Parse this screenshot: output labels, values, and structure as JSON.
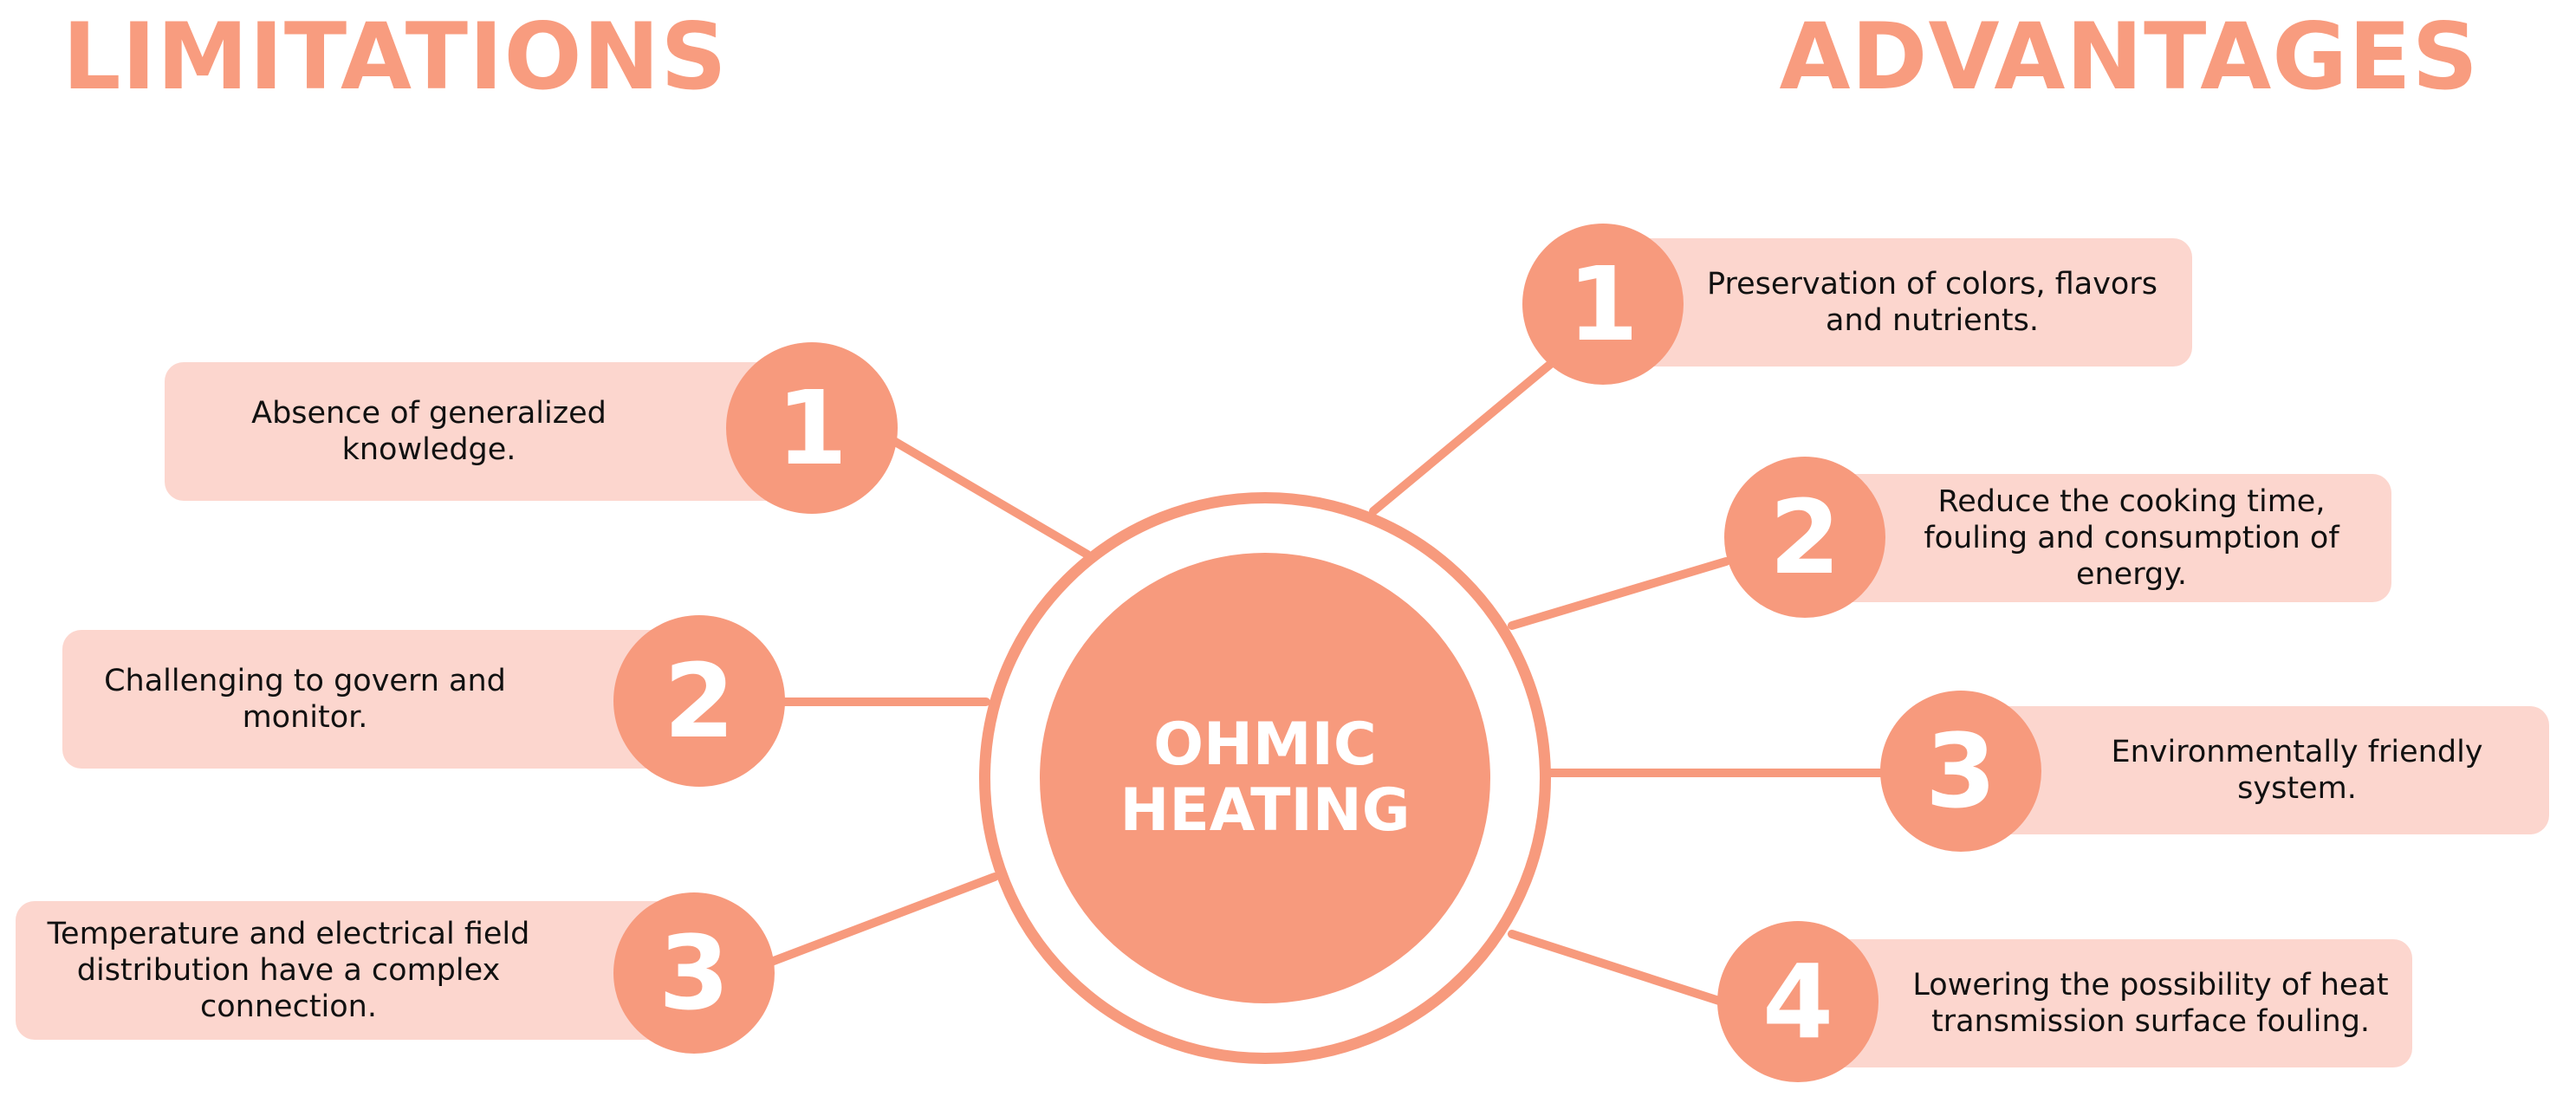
{
  "colors": {
    "accent": "#f79a7d",
    "box": "#fcd6ce",
    "heading": "#f89c7f"
  },
  "headings": {
    "left": "LIMITATIONS",
    "right": "ADVANTAGES"
  },
  "center": {
    "label": "OHMIC HEATING"
  },
  "limitations": [
    {
      "number": "1",
      "text": "Absence of generalized knowledge."
    },
    {
      "number": "2",
      "text": "Challenging to govern and monitor."
    },
    {
      "number": "3",
      "text": "Temperature and electrical field distribution have a complex connection."
    }
  ],
  "advantages": [
    {
      "number": "1",
      "text": "Preservation of colors, flavors and nutrients."
    },
    {
      "number": "2",
      "text": "Reduce the cooking time, fouling and consumption of energy."
    },
    {
      "number": "3",
      "text": "Environmentally friendly system."
    },
    {
      "number": "4",
      "text": "Lowering the possibility of heat transmission surface fouling."
    }
  ]
}
